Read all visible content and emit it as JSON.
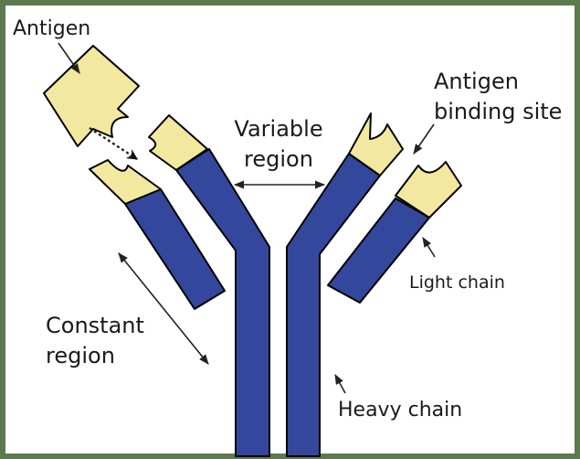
{
  "colors": {
    "border": "#5b7a4e",
    "background": "#ffffff",
    "chain": "#33479d",
    "antigen_tip": "#f2e8a0",
    "outline": "#000000",
    "text": "#1a1a1a"
  },
  "labels": {
    "antigen": "Antigen",
    "binding_site_line1": "Antigen",
    "binding_site_line2": "binding site",
    "variable_line1": "Variable",
    "variable_line2": "region",
    "constant_line1": "Constant",
    "constant_line2": "region",
    "light_chain": "Light chain",
    "heavy_chain": "Heavy chain"
  }
}
